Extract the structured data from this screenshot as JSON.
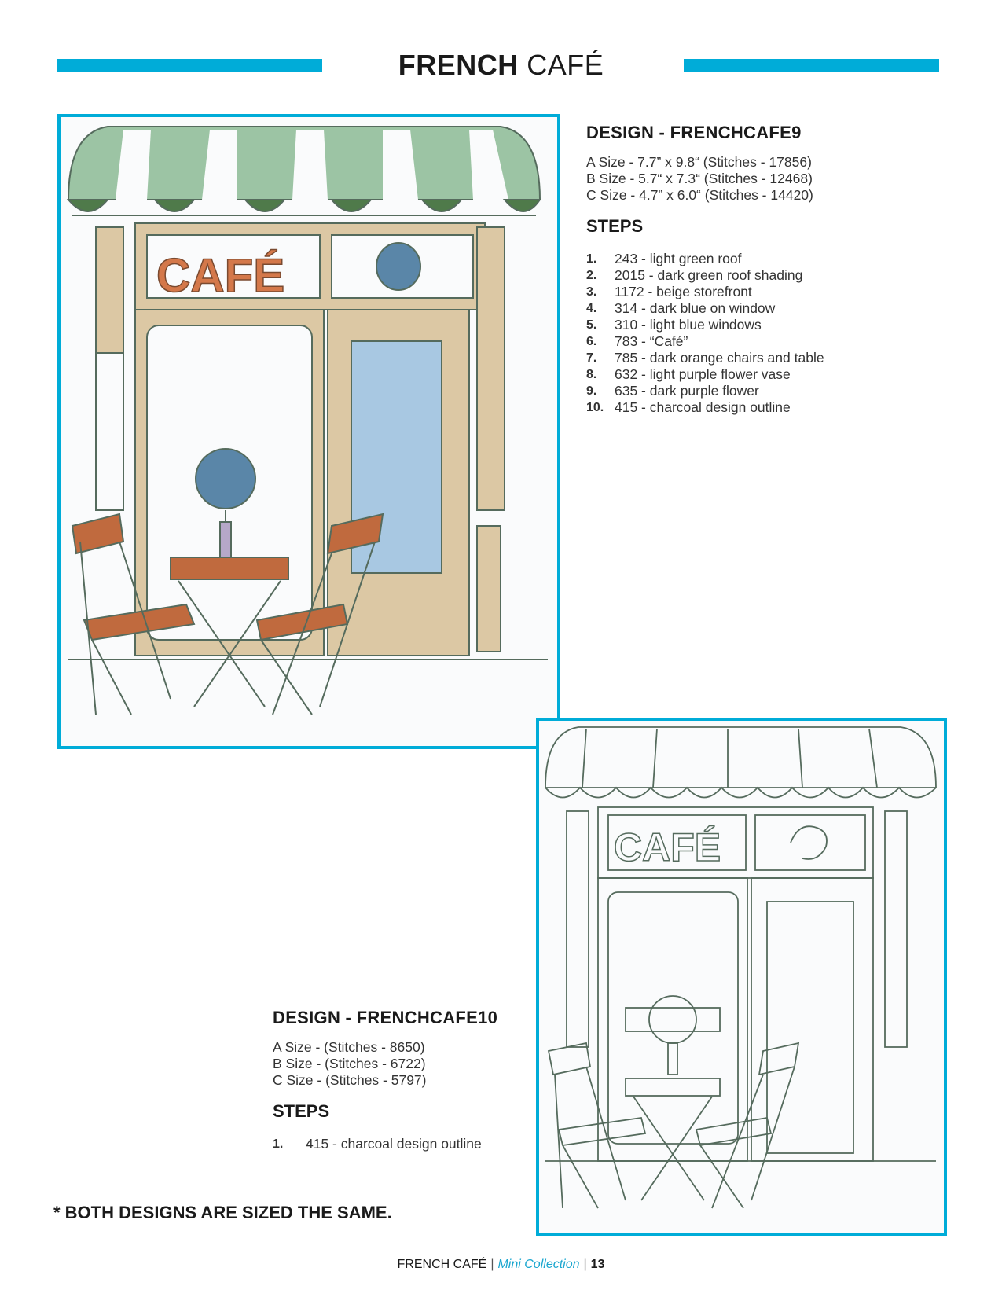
{
  "header": {
    "title_bold": "FRENCH",
    "title_light": "CAFÉ",
    "accent_color": "#00acd8"
  },
  "design9": {
    "title": "DESIGN - FRENCHCAFE9",
    "sizes": [
      "A Size - 7.7” x 9.8“ (Stitches - 17856)",
      "B Size - 5.7“ x 7.3“ (Stitches - 12468)",
      "C Size - 4.7” x 6.0“ (Stitches - 14420)"
    ],
    "steps_heading": "STEPS",
    "steps": [
      {
        "n": "1.",
        "text": "243 - light green roof"
      },
      {
        "n": "2.",
        "text": "2015 - dark green roof shading"
      },
      {
        "n": "3.",
        "text": "1172 - beige storefront"
      },
      {
        "n": "4.",
        "text": "314 - dark blue on window"
      },
      {
        "n": "5.",
        "text": "310 - light blue windows"
      },
      {
        "n": "6.",
        "text": "783 - “Café”"
      },
      {
        "n": "7.",
        "text": "785 - dark orange chairs and table"
      },
      {
        "n": "8.",
        "text": "632 - light purple flower vase"
      },
      {
        "n": "9.",
        "text": "635 - dark purple flower"
      },
      {
        "n": "10.",
        "text": "415 - charcoal design outline"
      }
    ],
    "sign_text": "CAFÉ"
  },
  "design10": {
    "title": "DESIGN - FRENCHCAFE10",
    "sizes": [
      "A Size - (Stitches - 8650)",
      "B Size - (Stitches - 6722)",
      "C Size - (Stitches - 5797)"
    ],
    "steps_heading": "STEPS",
    "steps": [
      {
        "n": "1.",
        "text": "415 - charcoal design outline"
      }
    ],
    "sign_text": "CAFÉ"
  },
  "note": "* BOTH DESIGNS ARE SIZED THE SAME.",
  "footer": {
    "left": "FRENCH CAFÉ",
    "collection": "Mini Collection",
    "page": "13",
    "sep": "|"
  }
}
